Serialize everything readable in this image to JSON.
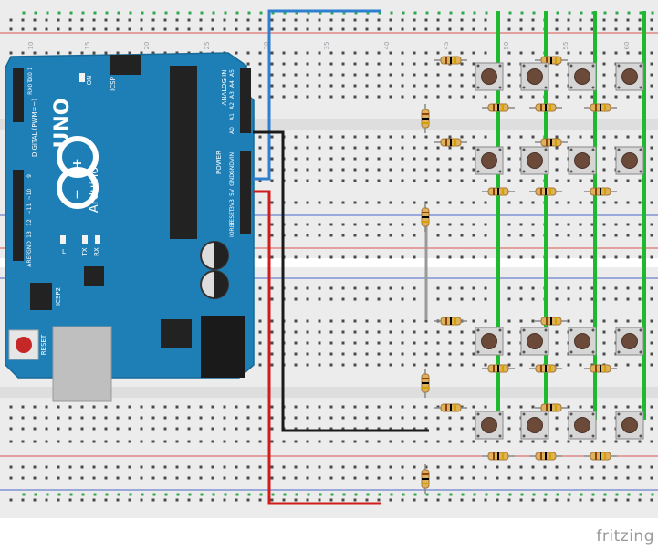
{
  "colors": {
    "board_blue": "#1e7fb6",
    "wire_blue": "#2e7fd0",
    "wire_red": "#d21c1c",
    "wire_black": "#1a1a1a",
    "wire_green": "#1fb92f",
    "wire_gray": "#9a9a9a",
    "rail_red": "#d9534f",
    "rail_blue": "#4a63c7",
    "breadboard": "#e9e9e9"
  },
  "breadboard": {
    "column_numbers": [
      "10",
      "15",
      "20",
      "25",
      "30",
      "35",
      "40",
      "45",
      "50",
      "55",
      "60"
    ]
  },
  "arduino": {
    "logo_model": "UNO",
    "brand": "Arduino",
    "icsp_top": "ICSP",
    "icsp_side": "ICSP2",
    "reset_label": "RESET",
    "on_label": "ON",
    "digital_label": "DIGITAL (PWM=~)",
    "analog_label": "ANALOG IN",
    "power_label": "POWER",
    "l_label": "L",
    "tx_label": "TX",
    "rx_label": "RX",
    "top_digital_pins": [
      "TX0 1",
      "RX0 0"
    ],
    "digital_pins": [
      "9",
      "~10",
      "~11",
      "12",
      "13",
      "GND",
      "AREF"
    ],
    "analog_pins": [
      "A5",
      "A4",
      "A3",
      "A2",
      "A1",
      "A0"
    ],
    "power_pins": [
      "VIN",
      "GND",
      "GND",
      "5V",
      "3V3",
      "RESET",
      "IOREF"
    ]
  },
  "components": {
    "button_rows": 4,
    "button_columns": 4,
    "resistor_count": 24
  },
  "watermark": "fritzing"
}
